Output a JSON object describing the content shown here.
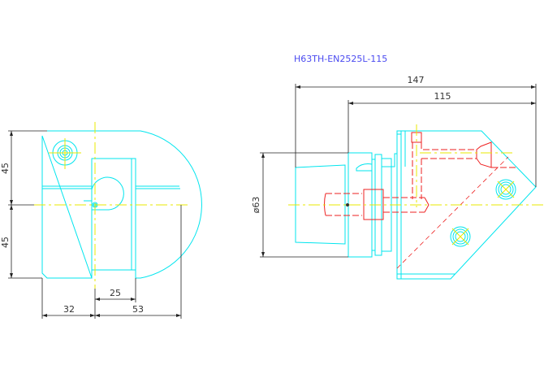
{
  "title": "H63TH-EN2525L-115",
  "side_view": {
    "dim_upper_height": "45",
    "dim_lower_height": "45",
    "dim_left_width": "32",
    "dim_right_width": "53",
    "dim_slot_width": "25"
  },
  "front_view": {
    "dim_overall_length": "147",
    "dim_projection_length": "115",
    "dim_diameter": "ø63"
  },
  "colors": {
    "outline": "#00e5ee",
    "centerline": "#e8e800",
    "hidden": "#ee2222",
    "dimension": "#222222",
    "title": "#4a4af0"
  }
}
